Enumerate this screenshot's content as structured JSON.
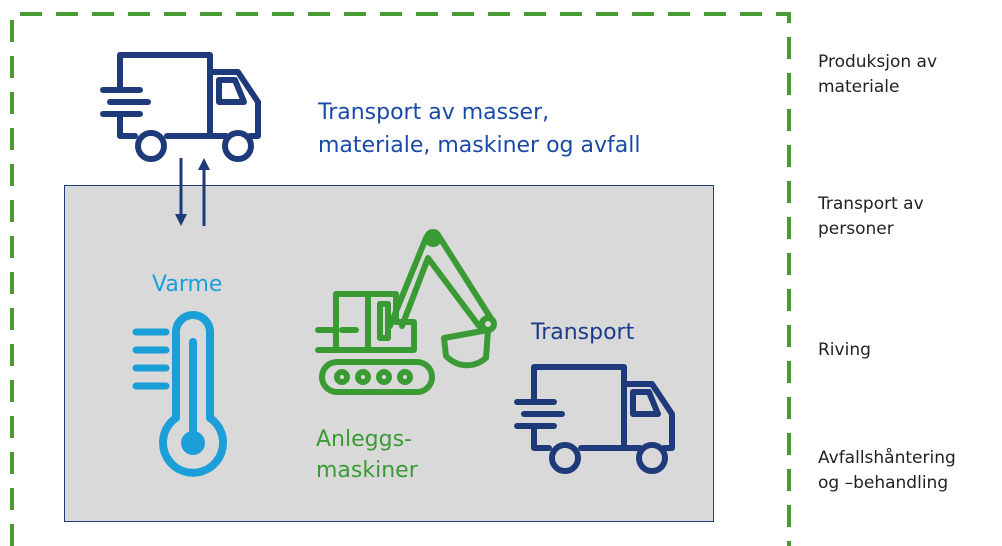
{
  "main": {
    "transport_heading_line1": "Transport av masser,",
    "transport_heading_line2": "materiale, maskiner og avfall",
    "varme_label": "Varme",
    "transport_label": "Transport",
    "anlegg_line1": "Anleggs-",
    "anlegg_line2": "maskiner"
  },
  "side": {
    "item1_line1": "Produksjon av",
    "item1_line2": "materiale",
    "item2_line1": "Transport av",
    "item2_line2": "personer",
    "item3_line1": "Riving",
    "item4_line1": "Avfallshåntering",
    "item4_line2": "og –behandling"
  },
  "icons": {
    "truck_top": "delivery-truck-icon",
    "truck_inner": "delivery-truck-icon",
    "thermometer": "thermometer-icon",
    "excavator": "excavator-icon"
  },
  "colors": {
    "boundary_green": "#4a9b35",
    "site_fill": "#d9d9d9",
    "navy": "#1f3a7a",
    "truck_blue": "#1f3a7a",
    "heading_blue": "#1a4aa8",
    "varme_blue": "#1b9fd8",
    "excavator_green": "#3a9b35"
  }
}
